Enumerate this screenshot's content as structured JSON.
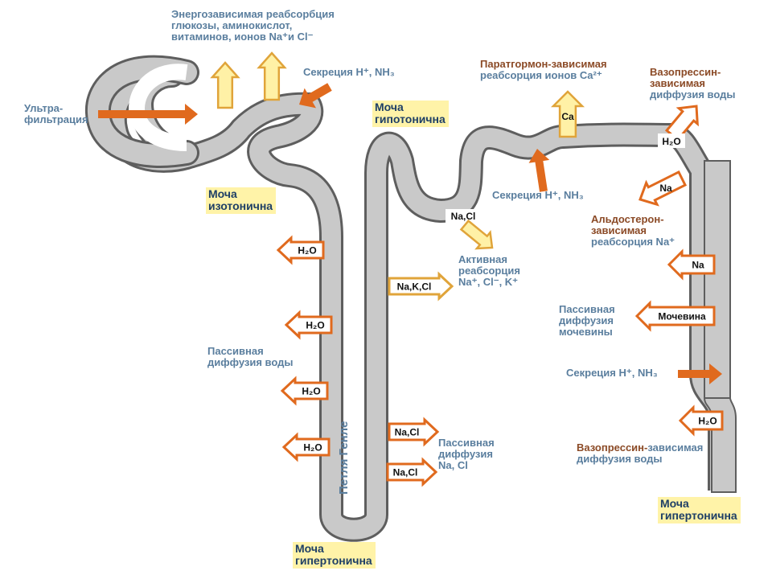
{
  "colors": {
    "tubule": "#c9c9c9",
    "tubule_outline": "#5e5e5e",
    "orange": "#e06a1e",
    "yellow_arrow": "#fff1a6",
    "yellow_outline": "#e0a43a",
    "label_blue": "#5a7e9e",
    "label_brown": "#8b4a26",
    "urine_box": "#fff3a8"
  },
  "labels": {
    "energy_reabs": [
      "Энергозависимая реабсорбция",
      "глюкозы, аминокислот,",
      "витаминов, ионов Na⁺и Cl⁻"
    ],
    "secretion1": "Секреция H⁺, NH₃",
    "ultrafiltration": [
      "Ультра-",
      "фильтрация"
    ],
    "pth_title": "Паратгормон-зависимая",
    "pth_sub": "реабсорция ионов Ca²⁺",
    "vaso_top": [
      "Вазопрессин-",
      "зависимая",
      "диффузия воды"
    ],
    "secretion2": "Секреция H⁺, NH₃",
    "aldo": [
      "Альдостерон-",
      "зависимая",
      "реабсорция Na⁺"
    ],
    "active_reabs": [
      "Активная",
      "реабсорция",
      "Na⁺, Cl⁻, K⁺"
    ],
    "passive_water": [
      "Пассивная",
      "диффузия воды"
    ],
    "passive_urea": [
      "Пассивная",
      "диффузия",
      "мочевины"
    ],
    "secretion3": "Секреция H⁺, NH₃",
    "passive_nacl": [
      "Пассивная",
      "диффузия",
      "Na, Cl"
    ],
    "vaso_bottom_a": "Вазопрессин-",
    "vaso_bottom_b": "зависимая",
    "vaso_bottom_c": "диффузия воды",
    "loop": "Петля Генле"
  },
  "urine": {
    "hypotonic": [
      "Моча",
      "гипотонична"
    ],
    "isotonic": [
      "Моча",
      "изотонична"
    ],
    "hypertonic_bottom": [
      "Моча",
      "гипертонична"
    ],
    "hypertonic_right": [
      "Моча",
      "гипертонична"
    ]
  },
  "arrows": {
    "h2o": "H₂O",
    "ca": "Ca",
    "na": "Na",
    "nacl": "Na,Cl",
    "nakcl": "Na,K,Cl",
    "urea": "Мочевина"
  }
}
